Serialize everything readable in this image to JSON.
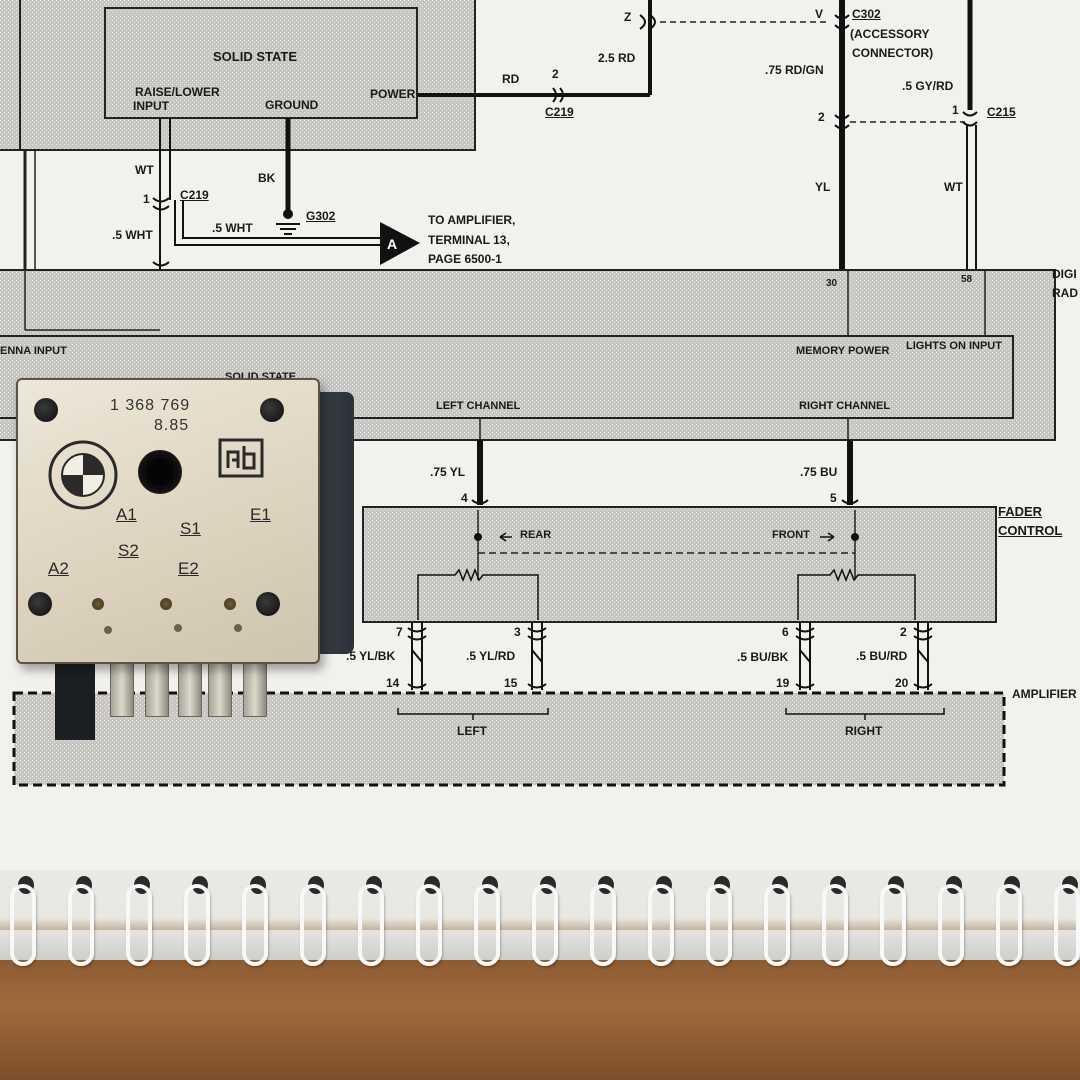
{
  "diagram": {
    "top": {
      "solid_state": "SOLID STATE",
      "raise_lower": "RAISE/LOWER",
      "input": "INPUT",
      "ground": "GROUND",
      "power": "POWER",
      "rd": "RD",
      "rd_pin": "2",
      "c219_top": "C219",
      "z": "Z",
      "wire_25rd": "2.5 RD",
      "v": "V",
      "c302": "C302",
      "accessory_1": "(ACCESSORY",
      "accessory_2": "CONNECTOR)",
      "wire_75rdgn": ".75 RD/GN",
      "wire_5gyrd": ".5 GY/RD",
      "pin_2": "2",
      "pin_1": "1",
      "c215": "C215",
      "wt": "WT",
      "bk": "BK",
      "pin_1b": "1",
      "c219_mid": "C219",
      "g302": "G302",
      "wire_5wht_a": ".5 WHT",
      "wire_5wht_b": ".5 WHT",
      "connector_a": "A",
      "to_amp_1": "TO AMPLIFIER,",
      "to_amp_2": "TERMINAL 13,",
      "to_amp_3": "PAGE 6500-1",
      "yl": "YL",
      "wt_right": "WT"
    },
    "radio": {
      "label_1": "DIGI",
      "label_2": "RAD",
      "pin_30": "30",
      "pin_58": "58",
      "antenna_input": "ENNA INPUT",
      "memory_power": "MEMORY POWER",
      "lights_on_input": "LIGHTS ON INPUT",
      "left_channel": "LEFT CHANNEL",
      "right_channel": "RIGHT CHANNEL",
      "hidden_solid_state": "SOLID STATE"
    },
    "fader": {
      "wire_75yl": ".75 YL",
      "wire_75bu": ".75 BU",
      "pin_4": "4",
      "pin_5": "5",
      "label_1": "FADER",
      "label_2": "CONTROL",
      "rear": "REAR",
      "front": "FRONT",
      "pin_7": "7",
      "pin_3": "3",
      "pin_6": "6",
      "pin_2": "2",
      "wire_5ylbk": ".5 YL/BK",
      "wire_5ylrd": ".5 YL/RD",
      "wire_5bubk": ".5 BU/BK",
      "wire_5burd": ".5 BU/RD"
    },
    "amplifier": {
      "label": "AMPLIFIER",
      "pin_14": "14",
      "pin_15": "15",
      "pin_19": "19",
      "pin_20": "20",
      "left": "LEFT",
      "right": "RIGHT"
    }
  },
  "module": {
    "part_number": "1 368 769",
    "date_code": "8.85",
    "terminals": [
      "A1",
      "S1",
      "E1",
      "S2",
      "A2",
      "E2"
    ],
    "icons": [
      "bmw-logo-icon",
      "manufacturer-logo-icon"
    ]
  },
  "colors": {
    "paper": "#f1f0ec",
    "shading": "#c9c8c4",
    "ink": "#1a1a1a",
    "module_body": "#ddd3bf",
    "clip": "#353b41",
    "table": "#8b5a32"
  }
}
